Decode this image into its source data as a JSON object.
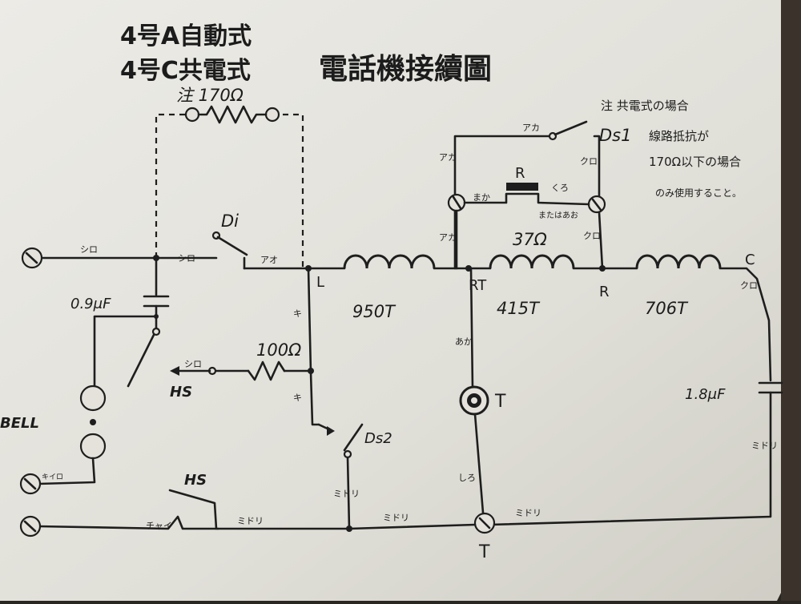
{
  "title": {
    "line1": "4号A自動式",
    "line2": "4号C共電式",
    "main": "電話機接續圖"
  },
  "note": {
    "line1": "注 共電式の場合",
    "line2": "線路抵抗が",
    "line3": "170Ω以下の場合",
    "line4": "のみ使用すること。"
  },
  "components": {
    "r170": "注 170Ω",
    "di": "Di",
    "ds1": "Ds1",
    "ds2": "Ds2",
    "receiver": "R",
    "r37": "37Ω",
    "coil950": "950T",
    "coil415": "415T",
    "coil706": "706T",
    "cap09": "0.9μF",
    "cap18": "1.8μF",
    "r100": "100Ω",
    "bell": "BELL",
    "hs_left": "HS",
    "hs_switch": "HS",
    "transmitter": "T"
  },
  "nodes": {
    "L": "L",
    "RT": "RT",
    "R": "R",
    "C": "C",
    "T_bottom": "T"
  },
  "wire_labels": {
    "shiro1": "シロ",
    "shiro2": "シロ",
    "shiro3": "シロ",
    "ao1": "アオ",
    "aka1": "アカ",
    "aka2": "アカ",
    "aka3": "アカ",
    "aka_v": "あか",
    "kuro1": "クロ",
    "kuro2": "クロ",
    "kuro3": "クロ",
    "kuro4": "くろ",
    "maka": "まか",
    "mataha": "またはあお",
    "ki1": "キ",
    "ki2": "キ",
    "kiiro": "キイロ",
    "midori1": "ミドリ",
    "midori2": "ミドリ",
    "midori3": "ミドリ",
    "midori4": "ミドリ",
    "midori5": "ミドリ",
    "shiro_v": "しろ",
    "chai": "チャイ"
  }
}
